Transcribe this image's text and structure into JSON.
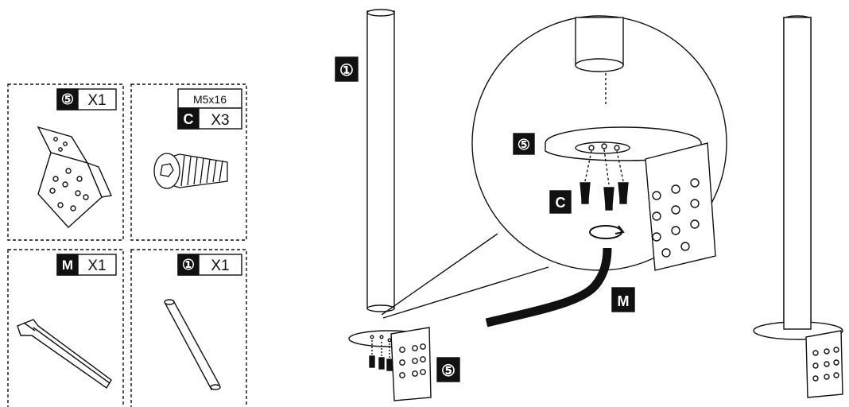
{
  "parts": [
    {
      "id": "bracket",
      "badge": "⑤",
      "qty": "X1"
    },
    {
      "id": "screw",
      "size": "M5x16",
      "badge": "C",
      "qty": "X3"
    },
    {
      "id": "hex-key",
      "badge": "M",
      "qty": "X1"
    },
    {
      "id": "leg",
      "badge": "①",
      "qty": "X1"
    }
  ],
  "callouts": {
    "leg": "①",
    "bracket": "⑤",
    "bracket_zoom": "⑤",
    "screws": "C",
    "hex_key": "M"
  },
  "colors": {
    "ink": "#111111",
    "badge_bg": "#111111",
    "badge_fg": "#ffffff"
  }
}
